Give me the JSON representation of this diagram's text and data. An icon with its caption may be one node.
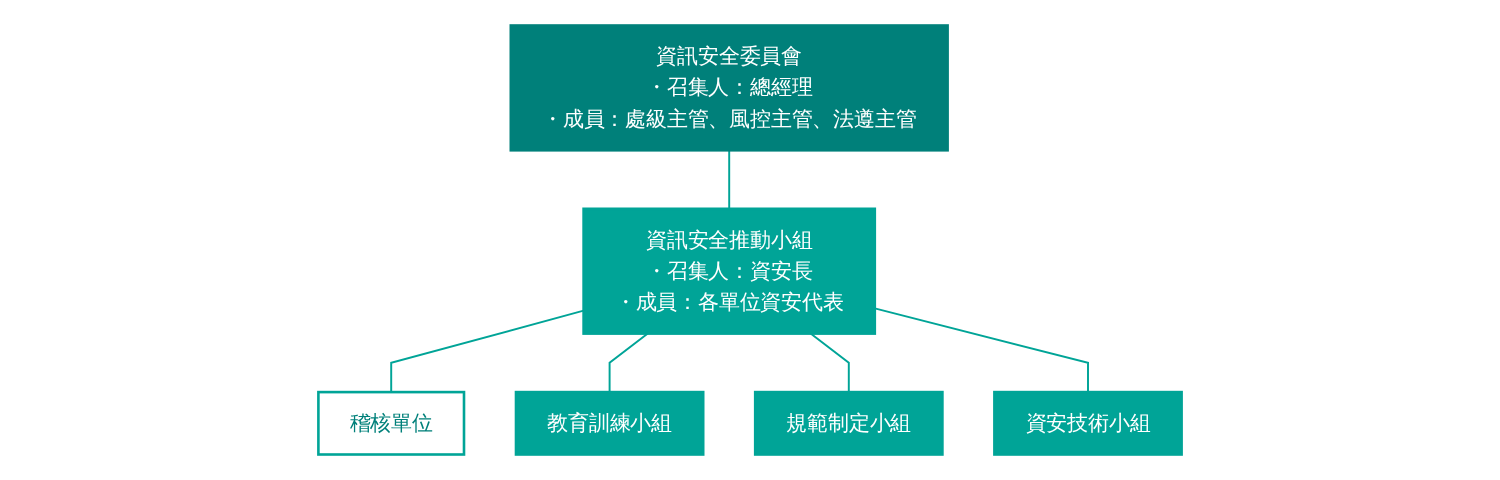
{
  "diagram": {
    "nodes": [
      {
        "text": [
          "資訊安全委員會",
          "・召集人：總經理",
          "・成員：處級主管、風控主管、法遵主管"
        ]
      },
      {
        "text": [
          "資訊安全推動小組",
          "・召集人：資安長",
          "・成員：各單位資安代表"
        ]
      },
      {
        "text": [
          "稽核單位"
        ]
      },
      {
        "text": [
          "教育訓練小組"
        ]
      },
      {
        "text": [
          "規範制定小組"
        ]
      },
      {
        "text": [
          "資安技術小組"
        ]
      }
    ],
    "edges": [
      {
        "from": 0,
        "to": 1,
        "arrow": "none"
      },
      {
        "from": 1,
        "to": 2,
        "arrow": "none"
      },
      {
        "from": 1,
        "to": 3,
        "arrow": "none"
      },
      {
        "from": 1,
        "to": 4,
        "arrow": "none"
      },
      {
        "from": 1,
        "to": 5,
        "arrow": "none"
      }
    ]
  }
}
